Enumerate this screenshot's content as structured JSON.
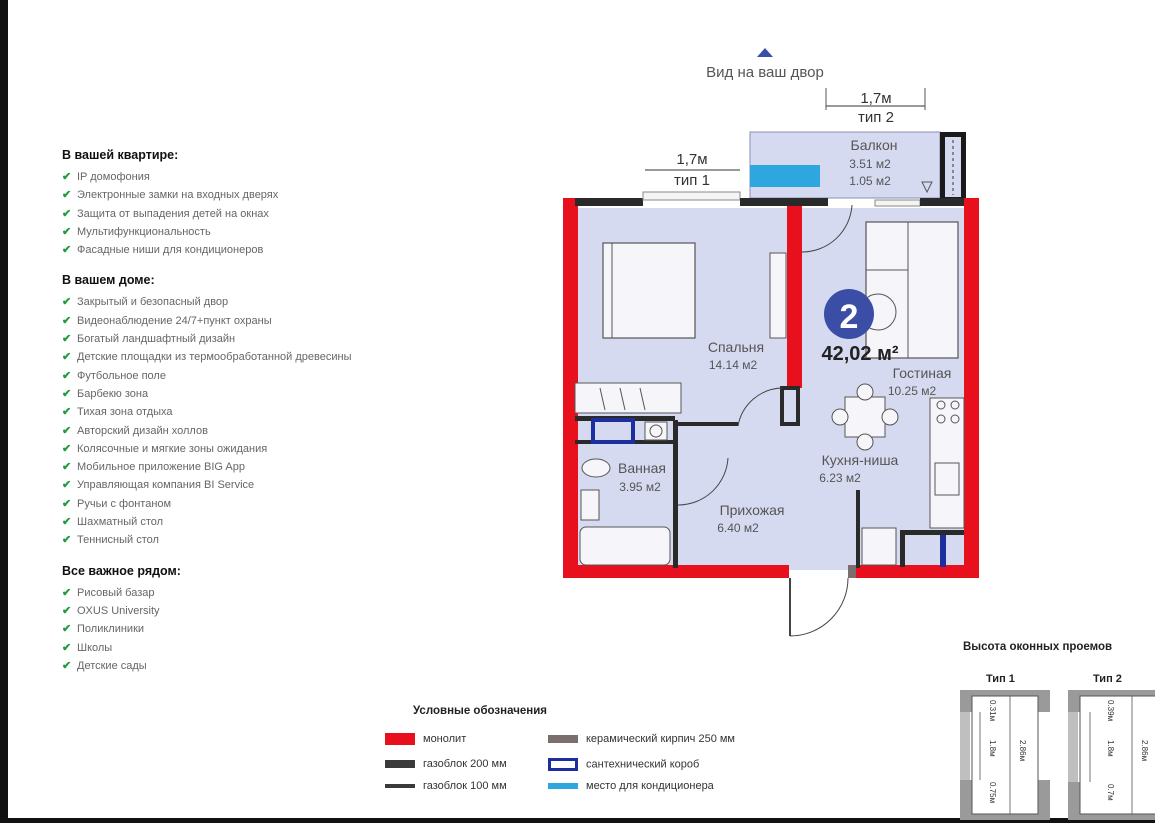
{
  "sections": [
    {
      "title": "В вашей квартире:",
      "items": [
        "IP домофония",
        "Электронные замки на входных дверях",
        "Защита от выпадения детей на окнах",
        "Мультифункциональность",
        "Фасадные ниши для кондиционеров"
      ]
    },
    {
      "title": "В вашем доме:",
      "items": [
        "Закрытый и безопасный двор",
        "Видеонаблюдение 24/7+пункт охраны",
        "Богатый ландшафтный дизайн",
        "Детские площадки из термообработанной древесины",
        "Футбольное поле",
        "Барбекю зона",
        "Тихая зона отдыха",
        "Авторский дизайн холлов",
        "Колясочные и мягкие зоны ожидания",
        "Мобильное приложение BIG App",
        "Управляющая компания BI Service",
        "Ручьи с фонтаном",
        "Шахматный стол",
        "Теннисный стол"
      ]
    },
    {
      "title": "Все важное рядом:",
      "items": [
        "Рисовый базар",
        "OXUS University",
        "Поликлиники",
        "Школы",
        "Детские сады"
      ]
    }
  ],
  "plan": {
    "yard_view": "Вид на ваш двор",
    "window_type1": {
      "size": "1,7м",
      "type": "тип 1"
    },
    "window_type2": {
      "size": "1,7м",
      "type": "тип 2"
    },
    "rooms_count": "2",
    "total_area": "42,02 м²",
    "rooms": {
      "balcony": {
        "name": "Балкон",
        "area1": "3.51 м2",
        "area2": "1.05 м2"
      },
      "bedroom": {
        "name": "Спальня",
        "area": "14.14 м2"
      },
      "living": {
        "name": "Гостиная",
        "area": "10.25 м2"
      },
      "bathroom": {
        "name": "Ванная",
        "area": "3.95 м2"
      },
      "kitchen": {
        "name": "Кухня-ниша",
        "area": "6.23 м2"
      },
      "hallway": {
        "name": "Прихожая",
        "area": "6.40 м2"
      }
    }
  },
  "legend": {
    "title": "Условные обозначения",
    "items": [
      {
        "label": "монолит",
        "color": "#e8101c"
      },
      {
        "label": "газоблок 200 мм",
        "color": "#3a3a3a"
      },
      {
        "label": "газоблок 100 мм",
        "color": "#3a3a3a"
      },
      {
        "label": "керамический кирпич 250 мм",
        "color": "#7a6e6e"
      },
      {
        "label": "сантехнический короб",
        "color": "#1d2f9e"
      },
      {
        "label": "место для кондиционера",
        "color": "#2ea7e0"
      }
    ]
  },
  "window_heights": {
    "title": "Высота оконных проемов",
    "type1": {
      "label": "Тип 1",
      "top": "0.31м",
      "opening": "1.8м",
      "total": "2.86м",
      "bottom": "0.75м"
    },
    "type2": {
      "label": "Тип 2",
      "top": "0.39м",
      "opening": "1.8м",
      "total": "2.86м",
      "bottom": "0.7м"
    }
  },
  "colors": {
    "monolith": "#e8101c",
    "floor": "#d6daf0",
    "badge": "#3a4ea6",
    "check": "#1f9a3e",
    "plumbing": "#1d2f9e",
    "ac": "#2ea7e0"
  }
}
